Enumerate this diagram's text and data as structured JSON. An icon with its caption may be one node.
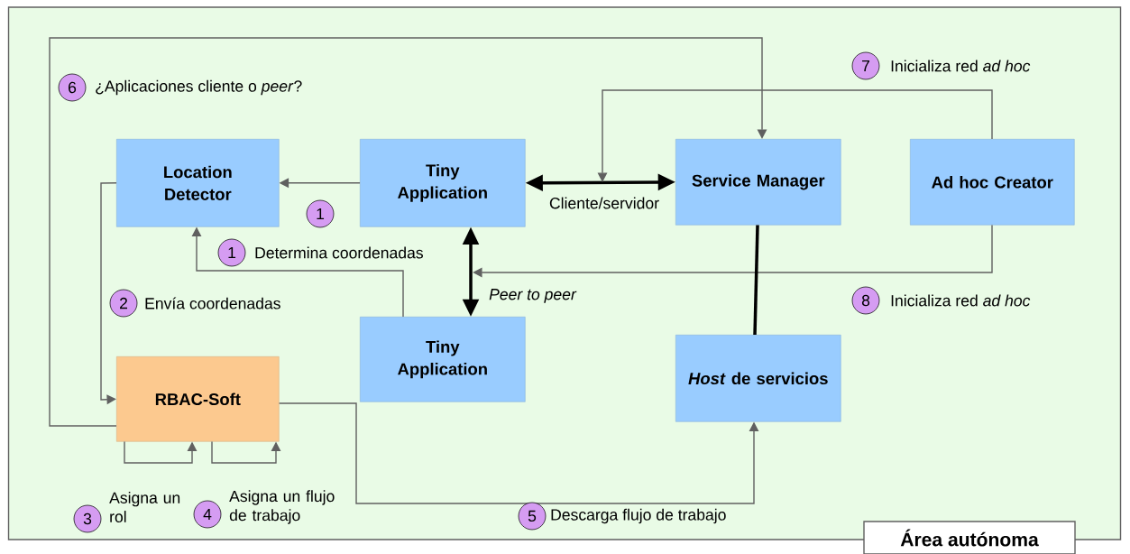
{
  "diagram": {
    "nodes": [
      {
        "text": [
          "Área autónoma"
        ]
      },
      {
        "text": [
          "Location Detector"
        ],
        "in": 0
      },
      {
        "text": [
          "Tiny Application"
        ],
        "in": 0
      },
      {
        "text": [
          "Service Manager"
        ],
        "in": 0
      },
      {
        "text": [
          "Ad hoc Creator"
        ],
        "in": 0
      },
      {
        "text": [
          "Tiny Application"
        ],
        "in": 0
      },
      {
        "text": [
          "RBAC-Soft"
        ],
        "in": 0
      },
      {
        "text": [
          "*Host* de servicios"
        ],
        "in": 0
      }
    ],
    "edges": [
      {
        "from": 2,
        "to": 1,
        "arrow": "to"
      },
      {
        "from": 5,
        "to": 1,
        "arrow": "to"
      },
      {
        "from": 1,
        "to": 6,
        "arrow": "to"
      },
      {
        "from": 6,
        "to": 3,
        "arrow": "to"
      },
      {
        "from": 2,
        "to": 3,
        "arrow": "both",
        "label": "Cliente/servidor",
        "style": "thick",
        "color": "#000000"
      },
      {
        "from": 4,
        "to": null,
        "arrow": "to"
      },
      {
        "from": 4,
        "to": null,
        "arrow": "to"
      },
      {
        "from": 2,
        "to": 5,
        "arrow": "both",
        "label": "Peer to peer",
        "style": "thick",
        "color": "#000000"
      },
      {
        "from": 3,
        "to": 7,
        "arrow": "none",
        "style": "thick",
        "color": "#000000"
      },
      {
        "from": 6,
        "to": 6,
        "arrow": "to"
      },
      {
        "from": 6,
        "to": 6,
        "arrow": "to"
      },
      {
        "from": 6,
        "to": 7,
        "arrow": "to"
      }
    ],
    "labels": [
      "6",
      "¿Aplicaciones cliente o *peer*?",
      "7",
      "Inicializa red *ad hoc*",
      "1",
      "1",
      "Determina coordenadas",
      "2",
      "Envía coordenadas",
      "8",
      "Inicializa red *ad hoc*",
      "3",
      "Asigna un rol",
      "4",
      "Asigna un flujo de trabajo",
      "5",
      "Descarga flujo de trabajo"
    ]
  }
}
